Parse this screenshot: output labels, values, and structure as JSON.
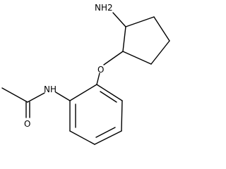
{
  "molecule": {
    "atoms": {
      "amine": "NH2",
      "ether_oxygen": "O",
      "amide_nitrogen": "NH",
      "carbonyl_oxygen": "O"
    }
  }
}
